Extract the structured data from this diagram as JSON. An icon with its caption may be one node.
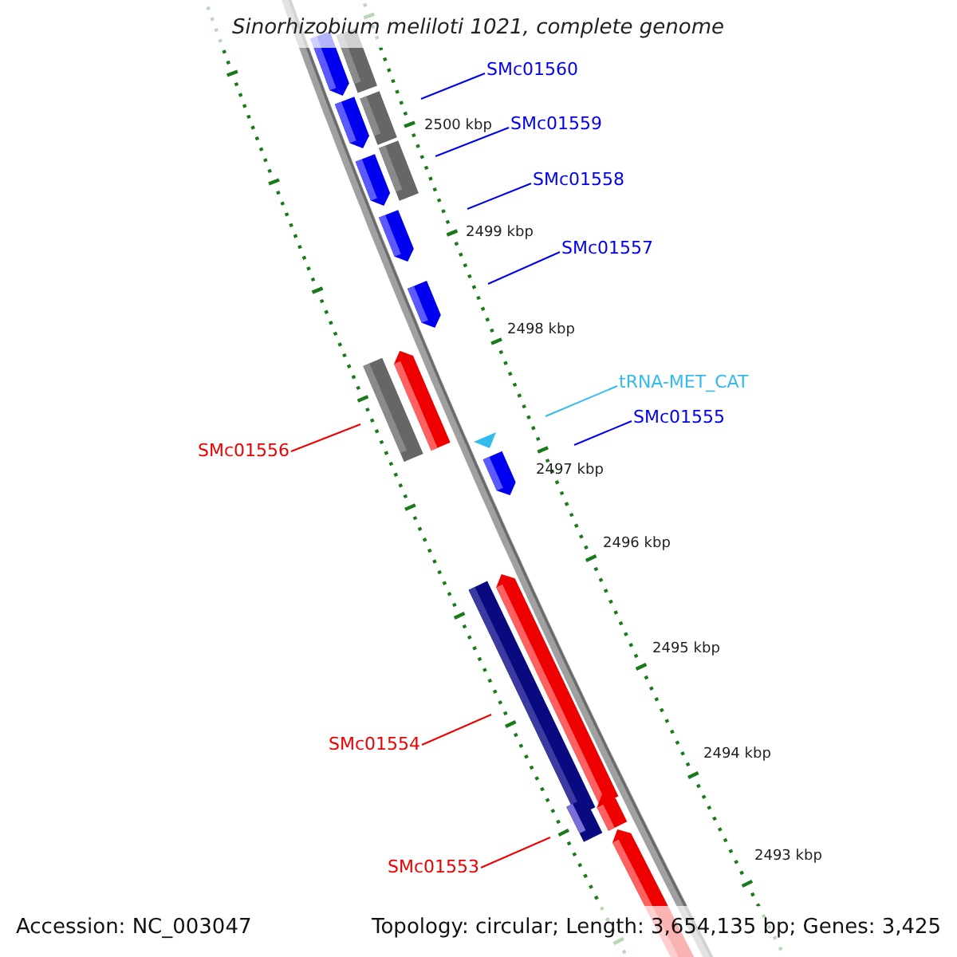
{
  "diagram": {
    "title": "Sinorhizobium meliloti 1021, complete genome",
    "nodes": [
      {
        "text": [
          "SMc01560"
        ]
      },
      {
        "text": [
          "SMc01559"
        ]
      },
      {
        "text": [
          "SMc01558"
        ]
      },
      {
        "text": [
          "SMc01557"
        ]
      },
      {
        "text": [
          "tRNA-MET_CAT"
        ]
      },
      {
        "text": [
          "SMc01555"
        ]
      },
      {
        "text": [
          "SMc01556"
        ]
      },
      {
        "text": [
          "SMc01554"
        ]
      },
      {
        "text": [
          "SMc01553"
        ]
      }
    ],
    "edges": [
      {
        "from": 0,
        "to": null,
        "arrow": "none"
      },
      {
        "from": 1,
        "to": null,
        "arrow": "none"
      },
      {
        "from": 2,
        "to": null,
        "arrow": "none"
      },
      {
        "from": 3,
        "to": null,
        "arrow": "none"
      },
      {
        "from": 4,
        "to": null,
        "arrow": "none",
        "color": "#33bbee"
      },
      {
        "from": 5,
        "to": null,
        "arrow": "none"
      },
      {
        "from": 6,
        "to": null,
        "arrow": "none",
        "color": "#ee0000"
      },
      {
        "from": 7,
        "to": null,
        "arrow": "none",
        "color": "#ee0000"
      },
      {
        "from": 8,
        "to": null,
        "arrow": "none",
        "color": "#ee0000"
      }
    ],
    "labels": [
      "2500 kbp",
      "2499 kbp",
      "2498 kbp",
      "2497 kbp",
      "2496 kbp",
      "2495 kbp",
      "2494 kbp",
      "2493 kbp",
      "Accession: NC_003047",
      "Topology: circular; Length: 3,654,135 bp; Genes: 3,425"
    ]
  }
}
